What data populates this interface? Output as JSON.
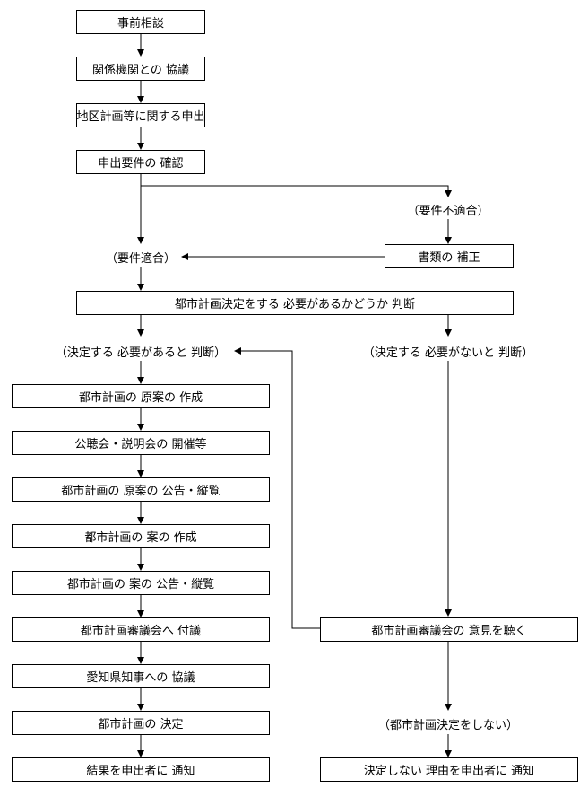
{
  "boxes": {
    "b1": "事前相談",
    "b2": "関係機関との 協議",
    "b3": "地区計画等に関する申出",
    "b4": "申出要件の 確認",
    "b5": "書類の 補正",
    "b6": "都市計画決定をする 必要があるかどうか 判断",
    "b7": "都市計画の 原案の 作成",
    "b8": "公聴会・説明会の 開催等",
    "b9": "都市計画の 原案の 公告・縦覧",
    "b10": "都市計画の 案の 作成",
    "b11": "都市計画の 案の 公告・縦覧",
    "b12": "都市計画審議会へ 付議",
    "b13": "愛知県知事への 協議",
    "b14": "都市計画の 決定",
    "b15": "結果を申出者に 通知",
    "b16": "都市計画審議会の 意見を聴く",
    "b17": "決定しない 理由を申出者に 通知"
  },
  "labels": {
    "l1": "（要件不適合）",
    "l2": "（要件適合）",
    "l3": "（決定する 必要があると 判断）",
    "l4": "（決定する 必要がないと 判断）",
    "l5": "（都市計画決定をしない）"
  }
}
